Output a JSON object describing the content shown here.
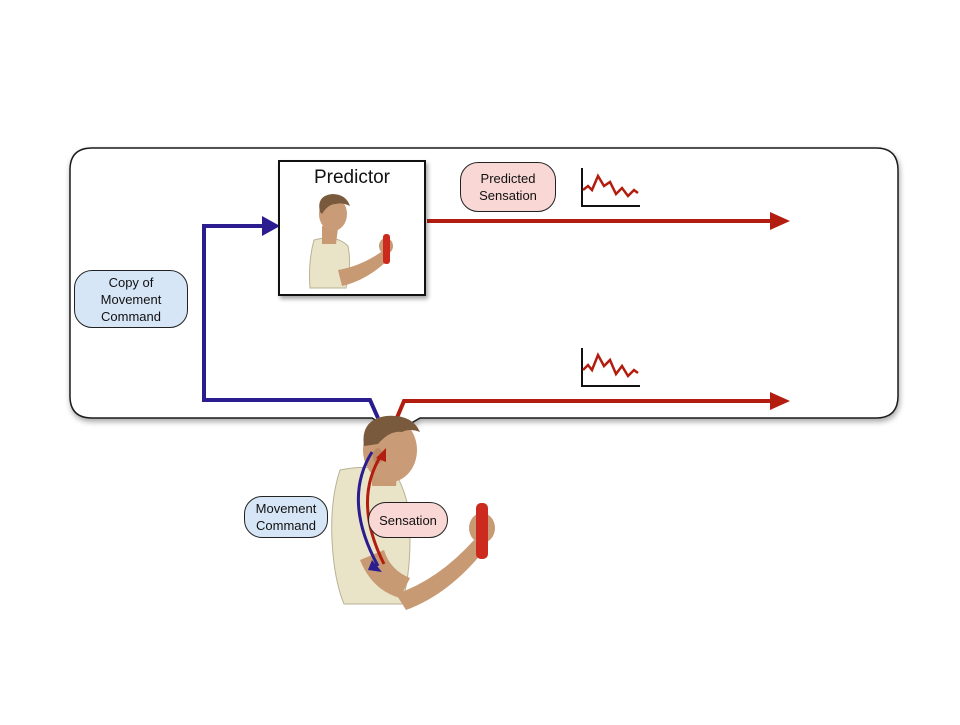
{
  "predictor": {
    "title": "Predictor"
  },
  "labels": {
    "copy_command": "Copy  of\nMovement\nCommand",
    "predicted_sensation": "Predicted\nSensation",
    "movement_command": "Movement\nCommand",
    "sensation": "Sensation"
  },
  "colors": {
    "motor_arrow": "#2b1c8f",
    "sensory_arrow": "#b31d0f",
    "command_pill": "#d6e6f7",
    "sensation_pill": "#f8d7d4"
  },
  "icons": [
    "human-figure-icon",
    "mini-plot-icon",
    "arrow-icon"
  ]
}
